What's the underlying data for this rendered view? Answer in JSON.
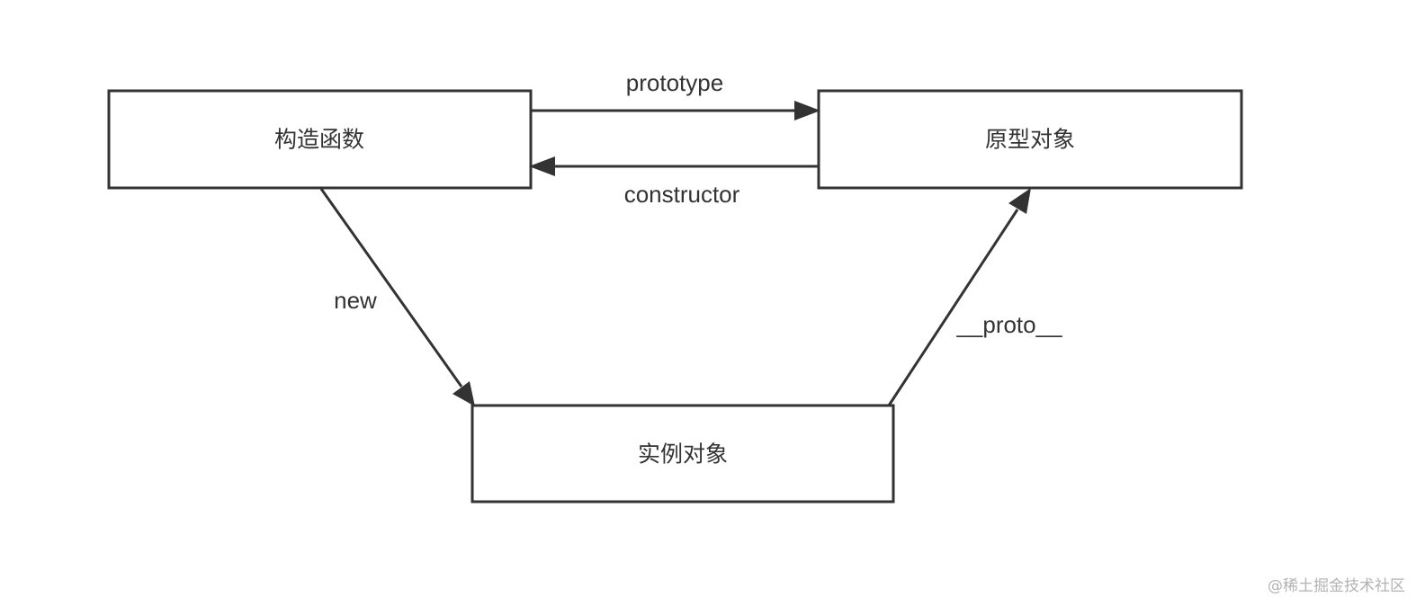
{
  "nodes": {
    "constructor_fn": {
      "label": "构造函数"
    },
    "prototype_obj": {
      "label": "原型对象"
    },
    "instance_obj": {
      "label": "实例对象"
    }
  },
  "edges": {
    "prototype": {
      "label": "prototype"
    },
    "constructor": {
      "label": "constructor"
    },
    "new": {
      "label": "new"
    },
    "proto": {
      "label": "__proto__"
    }
  },
  "watermark": "@稀土掘金技术社区",
  "colors": {
    "stroke": "#333333",
    "text": "#333333",
    "watermark": "#b3b3b3",
    "background": "#ffffff"
  }
}
